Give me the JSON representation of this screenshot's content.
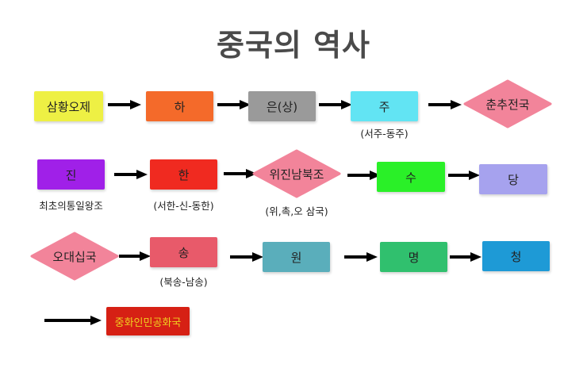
{
  "title": "중국의 역사",
  "nodes": {
    "samhwang": "삼황오제",
    "ha": "하",
    "eun": "은(상)",
    "ju": "주",
    "chunchu": "춘추전국",
    "jin": "진",
    "han": "한",
    "wijin": "위진남북조",
    "su": "수",
    "dang": "당",
    "odae": "오대십국",
    "song": "송",
    "won": "원",
    "myeong": "명",
    "cheong": "청",
    "prc": "중화인민공화국"
  },
  "notes": {
    "ju": "(서주-동주)",
    "jin": "최초의통일왕조",
    "han": "(서한-신-동한)",
    "wijin": "(위,촉,오 삼국)",
    "song": "(북송-남송)"
  },
  "colors": {
    "samhwang": "#eef044",
    "ha": "#f46a2a",
    "eun": "#9a9a9a",
    "ju": "#62e4f3",
    "diamond": "#f2849a",
    "jin": "#a020e8",
    "han": "#f02a20",
    "su": "#2af028",
    "dang": "#a6a2ee",
    "song": "#e85a6a",
    "won": "#5aaebb",
    "myeong": "#30c06e",
    "cheong": "#1e9ad6",
    "prc": "#d62014",
    "prc_text": "#f0d020"
  }
}
